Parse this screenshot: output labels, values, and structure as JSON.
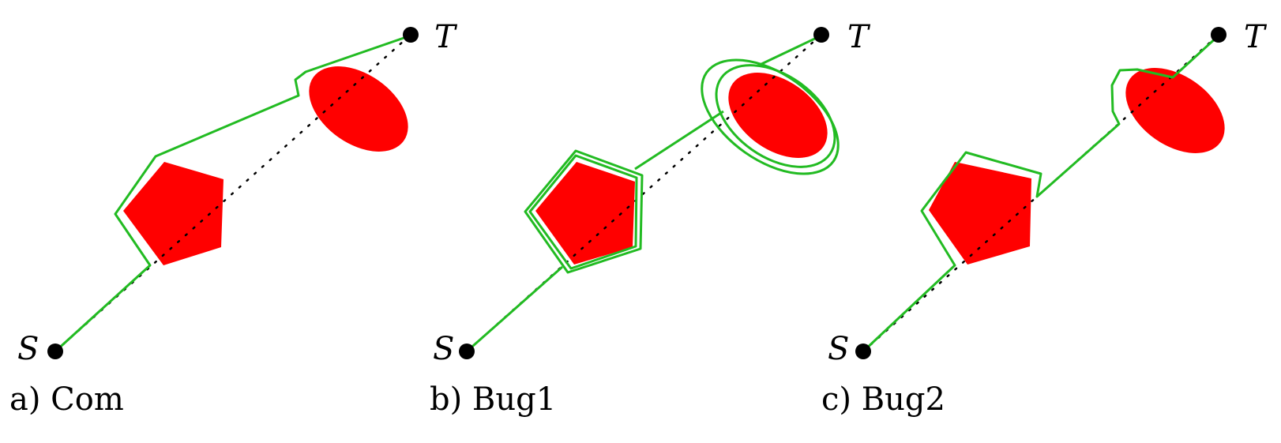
{
  "panels": [
    {
      "caption": "a) Com",
      "start_label": "S",
      "target_label": "T"
    },
    {
      "caption": "b) Bug1",
      "start_label": "S",
      "target_label": "T"
    },
    {
      "caption": "c) Bug2",
      "start_label": "S",
      "target_label": "T"
    }
  ],
  "colors": {
    "obstacle": "#ff0000",
    "path": "#22bb22",
    "line_of_sight": "#000000",
    "node": "#000000"
  }
}
